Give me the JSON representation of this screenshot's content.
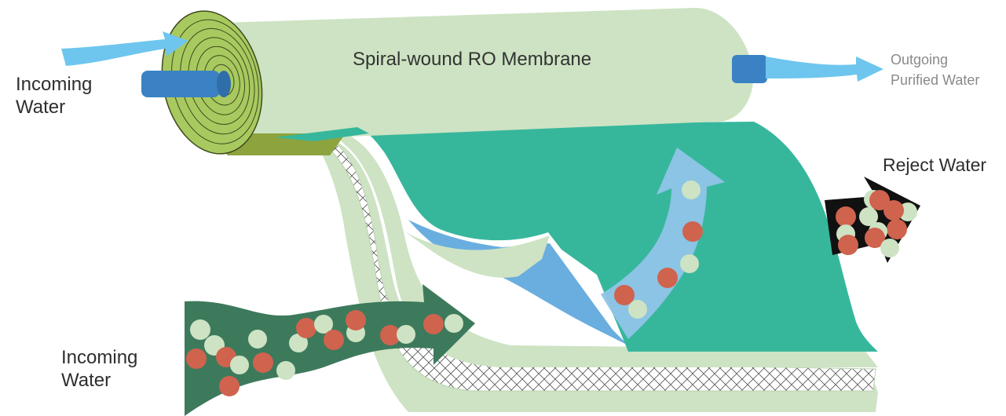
{
  "title": "Spiral-wound RO Membrane",
  "labels": {
    "incoming_top": [
      "Incoming",
      "Water"
    ],
    "incoming_bottom": [
      "Incoming",
      "Water"
    ],
    "outgoing": [
      "Outgoing",
      "Purified Water"
    ],
    "reject": "Reject Water"
  },
  "colors": {
    "cylinder": "#cde3c3",
    "roll_end": "#a8c95f",
    "ring_stroke": "#3d4a1e",
    "tube": "#3b82c4",
    "water_arrow": "#6ec6ee",
    "membrane_sheet": "#36b79c",
    "permeate_arrow": "#90c4e8",
    "feed_arrow": "#3d7a5c",
    "reject_arrow": "#111111",
    "salt_particle": "#cf634e",
    "water_particle": "#cde3c3",
    "spacer_mesh": "#ffffff",
    "backing": "#cde3c3"
  }
}
